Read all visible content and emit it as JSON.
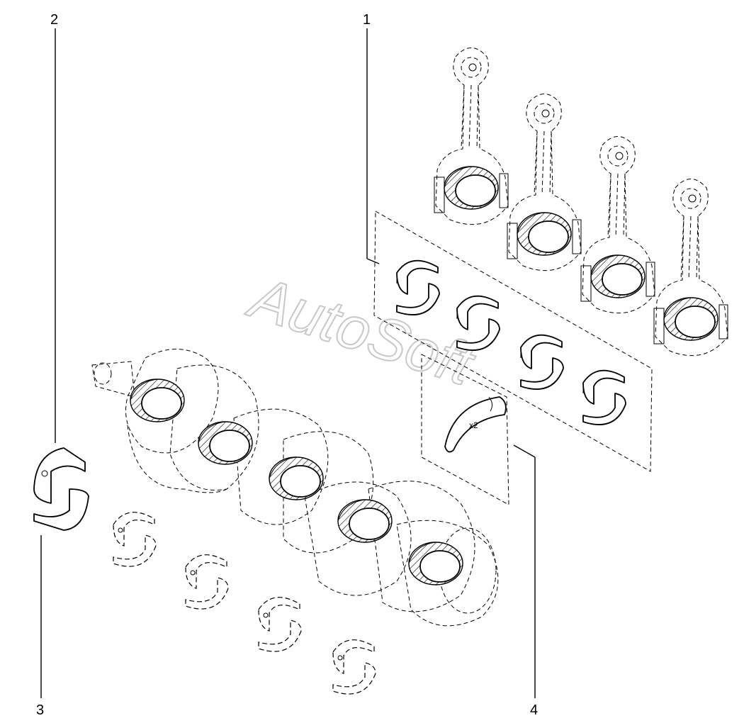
{
  "callouts": {
    "c1": "1",
    "c2": "2",
    "c3": "3",
    "c4": "4"
  },
  "quantity_label": "x2",
  "watermark": "AutoSoft"
}
